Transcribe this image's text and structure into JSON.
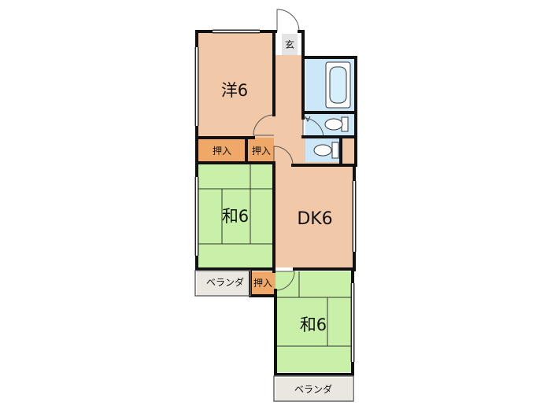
{
  "rooms": {
    "western_room": "洋6",
    "japanese_room_upper": "和6",
    "dining_kitchen": "DK6",
    "japanese_room_lower": "和6"
  },
  "closets": {
    "closet_left": "押入",
    "closet_right": "押入",
    "closet_lower": "押入"
  },
  "entrance": "玄",
  "balconies": {
    "balcony_upper": "ベランダ",
    "balcony_lower": "ベランダ"
  },
  "colors": {
    "wood_floor": "#F2C9A8",
    "tatami": "#C9F0A8",
    "closet": "#F0A868",
    "wet_area": "#CCE8F8",
    "balcony": "#EAE6E0",
    "entrance_floor": "#E4E4E4",
    "wall": "#111111"
  }
}
